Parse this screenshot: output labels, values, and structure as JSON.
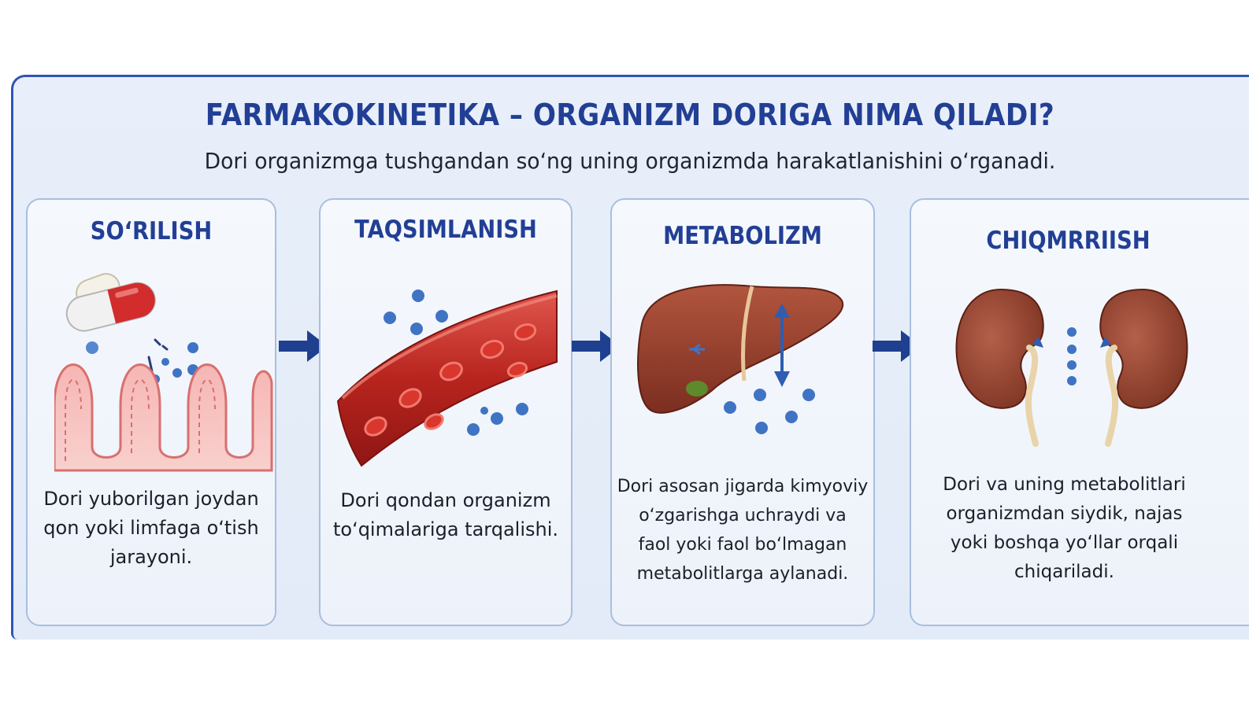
{
  "header": {
    "title": "FARMAKOKINETIKA – ORGANIZM DORIGA NIMA QILADI?",
    "subtitle": "Dori organizmga tushgandan so‘ng uning organizmda harakatlanishini o‘rganadi."
  },
  "stages": [
    {
      "title": "SO‘RILISH",
      "description": "Dori yuborilgan joydan\nqon yoki limfaga o‘tish\njarayoni.",
      "illustration": "capsule-intestine"
    },
    {
      "title": "TAQSIMLANISH",
      "description": "Dori qondan organizm\nto‘qimalariga tarqalishi.",
      "illustration": "blood-vessel"
    },
    {
      "title": "METABOLIZM",
      "description": "Dori asosan jigarda kimyoviy\no‘zgarishga uchraydi va\nfaol yoki faol bo‘lmagan\nmetabolitlarga aylanadi.",
      "illustration": "liver"
    },
    {
      "title": "CHIQMRRIISH",
      "description": "Dori va uning metabolitlari\norganizmdan siydik, najas\nyoki boshqa yo‘llar orqali\nchiqariladi.",
      "illustration": "kidneys"
    }
  ],
  "colors": {
    "title": "#223f95",
    "arrow": "#1f3f8f",
    "card_border": "#a9bedf",
    "drug_particle": "#3f74c4"
  }
}
